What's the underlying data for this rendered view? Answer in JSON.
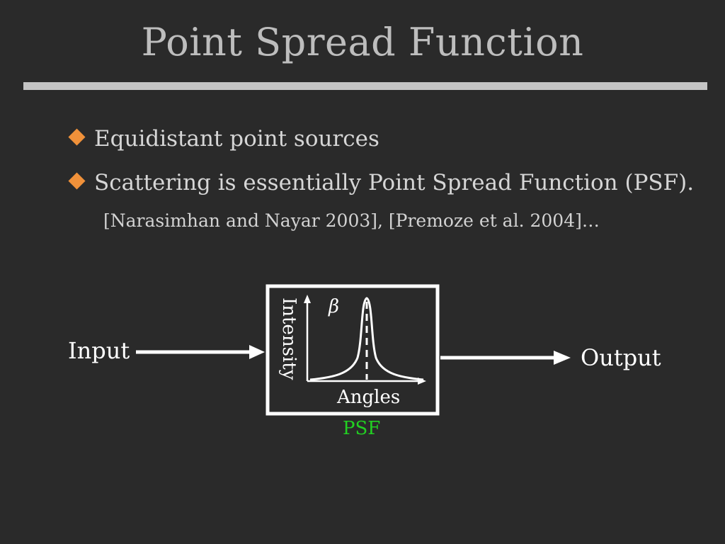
{
  "slide": {
    "title": "Point Spread Function",
    "bullets": [
      "Equidistant point sources",
      "Scattering is essentially Point Spread Function (PSF)."
    ],
    "reference": "[Narasimhan and Nayar 2003], [Premoze et al. 2004]…"
  },
  "diagram": {
    "input_label": "Input",
    "output_label": "Output",
    "y_axis_label": "Intensity",
    "x_axis_label": "Angles",
    "peak_symbol": "β",
    "box_caption": "PSF",
    "colors": {
      "background": "#2a2a2a",
      "bullet_marker": "#f0913a",
      "box_caption": "#22d022",
      "lines": "#ffffff"
    }
  }
}
